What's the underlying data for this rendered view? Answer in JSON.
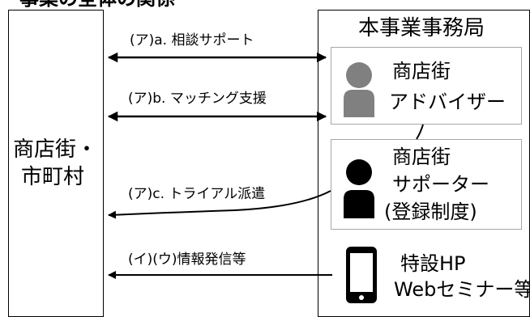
{
  "header": {
    "cut_text": "事業の全体の関係"
  },
  "left_party": {
    "line1": "商店街・",
    "line2": "市町村"
  },
  "office": {
    "title": "本事業事務局"
  },
  "roles": {
    "advisor": {
      "line1": "商店街",
      "line2": "アドバイザー",
      "icon": "person-icon-gray"
    },
    "supporter": {
      "line1": "商店街",
      "line2": "サポーター",
      "line3": "(登録制度)",
      "icon": "person-icon-black"
    },
    "web": {
      "line1": "特設HP",
      "line2": "Webセミナー等",
      "icon": "smartphone-icon"
    }
  },
  "flows": [
    {
      "label": "(ア)a. 相談サポート",
      "direction": "both"
    },
    {
      "label": "(ア)b. マッチング支援",
      "direction": "both"
    },
    {
      "label": "(ア)c. トライアル派遣",
      "direction": "to-left"
    },
    {
      "label": "(イ)(ウ)情報発信等",
      "direction": "to-left"
    }
  ],
  "colors": {
    "line": "#000000",
    "box_border": "#a6a6a6",
    "advisor_icon": "#808080",
    "supporter_icon": "#000000"
  }
}
